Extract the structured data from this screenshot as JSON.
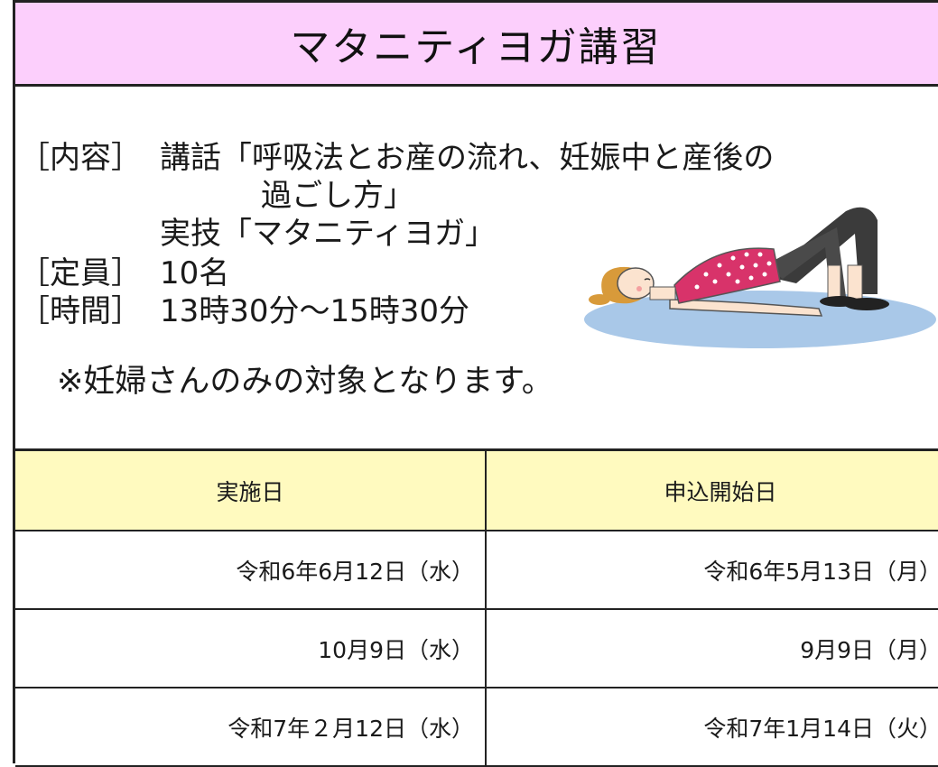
{
  "title": "マタニティヨガ講習",
  "details": {
    "content_label": "［内容］",
    "content_line1": "講話「呼吸法とお産の流れ、妊娠中と産後の",
    "content_line2": "過ごし方」",
    "content_line3": "実技「マタニティヨガ」",
    "capacity_label": "［定員］",
    "capacity_value": "10名",
    "time_label": "［時間］",
    "time_value": "13時30分～15時30分",
    "note": "※妊婦さんのみの対象となります。"
  },
  "illustration": {
    "icon": "pregnant-woman-yoga-bridge-pose",
    "colors": {
      "mat": "#a9c8e8",
      "top": "#d8336a",
      "pants": "#3b3b3b",
      "skin": "#fbe3cf",
      "hair": "#d89a3a"
    }
  },
  "schedule": {
    "headers": [
      "実施日",
      "申込開始日"
    ],
    "rows": [
      [
        "令和6年6月12日（水）",
        "令和6年5月13日（月）"
      ],
      [
        "10月9日（水）",
        "9月9日（月）"
      ],
      [
        "令和7年２月12日（水）",
        "令和7年1月14日（火）"
      ]
    ]
  },
  "colors": {
    "title_bg": "#fccffc",
    "header_bg": "#fffabf",
    "border": "#222222"
  }
}
